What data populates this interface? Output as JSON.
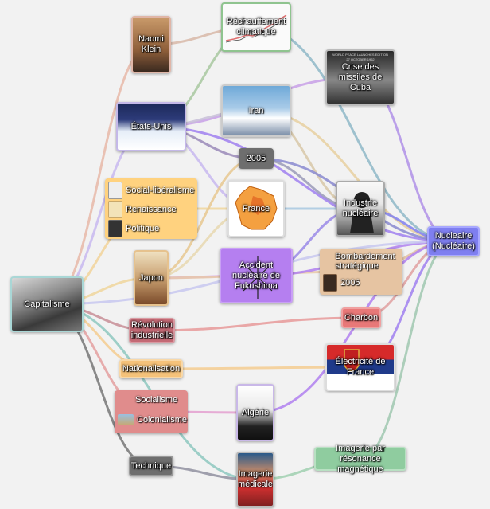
{
  "nodes": {
    "capitalisme": "Capitalisme",
    "naomi_klein": "Naomi Klein",
    "rechauffement": "Réchauffement climatique",
    "crise_cuba": "Crise des missiles de Cuba",
    "etats_unis": "États-Unis",
    "iran": "Iran",
    "annee_2005": "2005",
    "france": "France",
    "industrie_nucleaire": "Industrie nucléaire",
    "nucleaire": "Nucleaire (Nucléaire)",
    "japon": "Japon",
    "fukushima": "Accident nucléaire de Fukushima",
    "revolution_industrielle": "Révolution industrielle",
    "charbon": "Charbon",
    "nationalisation": "Nationalisation",
    "electricite_france": "Électricité de France",
    "algerie": "Algérie",
    "technique": "Technique",
    "imagerie_medicale": "Imagerie médicale",
    "irm": "Imagerie par résonance magnétique"
  },
  "groups": {
    "social_group": [
      "Social-libéralisme",
      "Renaissance",
      "Politique"
    ],
    "bombardement_group": [
      "Bombardement stratégique",
      "2006"
    ],
    "socialisme_group": [
      "Socialisme",
      "Colonialisme"
    ]
  },
  "thumb_texts": {
    "cuba_headline": "WORLD PEACE LAUNCHES EDITION",
    "cuba_date": "27 OCTOBER 1962"
  },
  "colors": {
    "background": "#f2f2f2",
    "nucleaire": "#7f7ff0",
    "fukushima": "#b57ff0",
    "charbon": "#e87878",
    "social_group": "#ffd27f",
    "nationalisation": "#f5c27a",
    "revolution": "#c46a75",
    "socialisme": "#e08c8c",
    "technique": "#6e6e6e",
    "irm": "#8fcc9f",
    "annee": "#6e6e6e"
  }
}
